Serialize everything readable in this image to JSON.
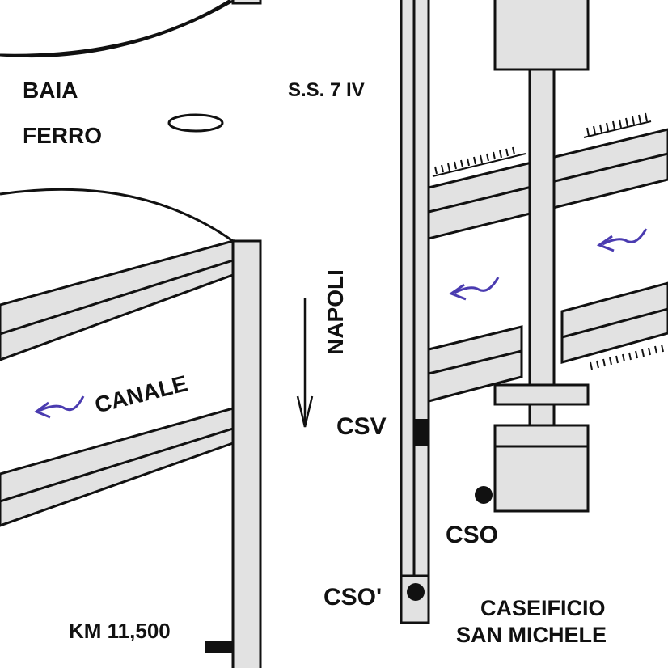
{
  "labels": {
    "baia": "BAIA",
    "ferro": "FERRO",
    "road": "S.S. 7 IV",
    "napoli": "NAPOLI",
    "canale": "CANALE",
    "csv": "CSV",
    "cso": "CSO",
    "cso_prime": "CSO'",
    "km": "KM 11,500",
    "caseificio_line1": "CASEIFICIO",
    "caseificio_line2": "SAN MICHELE"
  },
  "colors": {
    "road_fill": "#e2e2e2",
    "outline": "#111111",
    "flow_arrow": "#4a3bb0",
    "marker": "#111111"
  },
  "icons": {
    "flow_direction": "flow-arrow-icon",
    "direction_arrow": "down-arrow-icon"
  }
}
